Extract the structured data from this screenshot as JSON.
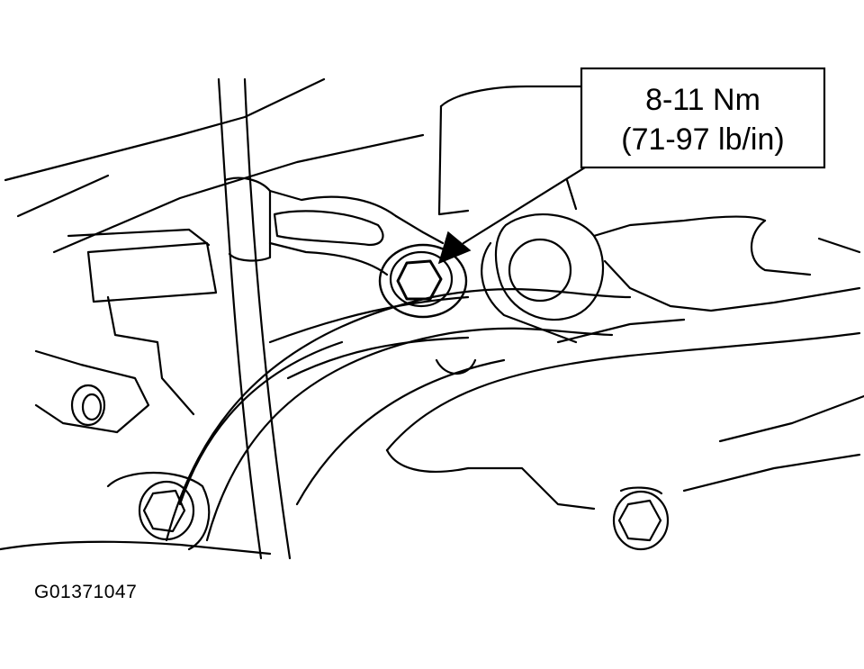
{
  "callout": {
    "torque_nm": "8-11 Nm",
    "torque_lbin": "(71-97 lb/in)"
  },
  "figure_id": "G01371047",
  "colors": {
    "line": "#000000",
    "background": "#ffffff"
  },
  "icons": [
    "hex-bolt-icon",
    "arrow-pointer-icon"
  ]
}
